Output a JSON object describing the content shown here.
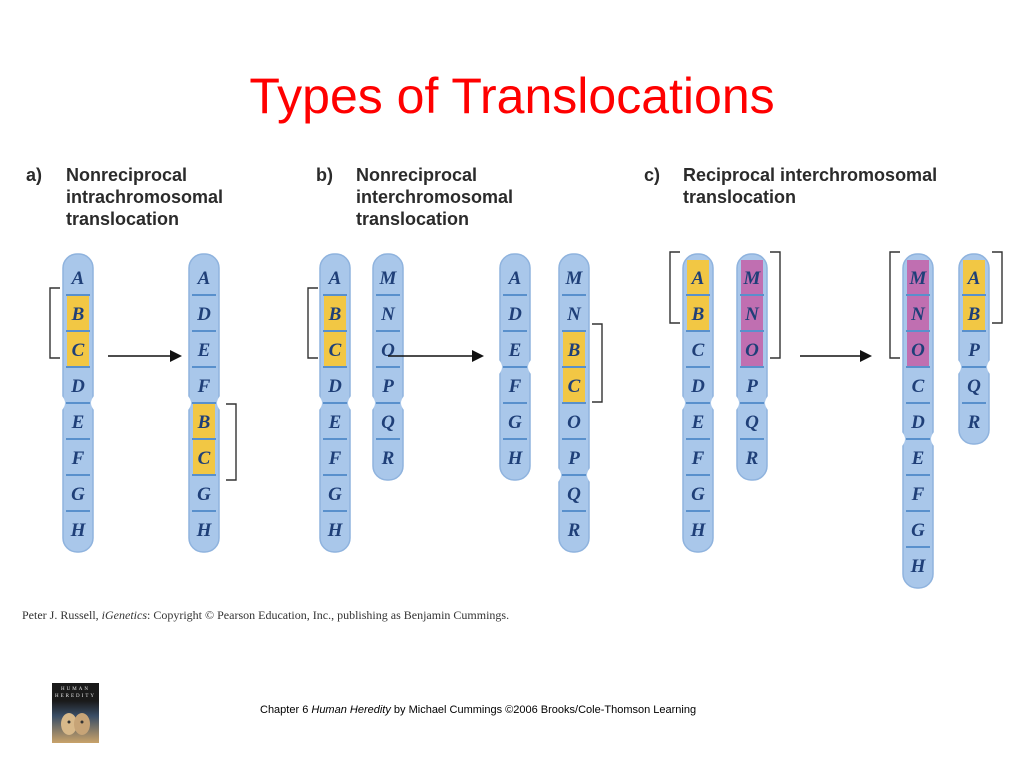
{
  "slide": {
    "title": "Types of Translocations"
  },
  "panels": [
    {
      "letter": "a)",
      "heading": "Nonreciprocal\nintrachromosomal\ntranslocation"
    },
    {
      "letter": "b)",
      "heading": "Nonreciprocal\ninterchromosomal\ntranslocation"
    },
    {
      "letter": "c)",
      "heading": "Reciprocal interchromosomal\ntranslocation"
    }
  ],
  "chromosomes": [
    {
      "id": "a-before",
      "bands": [
        "A",
        "B",
        "C",
        "D",
        "E",
        "F",
        "G",
        "H"
      ],
      "highlight": [
        1,
        2
      ],
      "centromere_after": 4
    },
    {
      "id": "a-after",
      "bands": [
        "A",
        "D",
        "E",
        "F",
        "B",
        "C",
        "G",
        "H"
      ],
      "highlight": [
        4,
        5
      ],
      "centromere_after": 4
    },
    {
      "id": "b-before-1",
      "bands": [
        "A",
        "B",
        "C",
        "D",
        "E",
        "F",
        "G",
        "H"
      ],
      "highlight": [
        1,
        2
      ],
      "centromere_after": 4
    },
    {
      "id": "b-before-2",
      "bands": [
        "M",
        "N",
        "O",
        "P",
        "Q",
        "R"
      ],
      "highlight": [],
      "centromere_after": 4
    },
    {
      "id": "b-after-1",
      "bands": [
        "A",
        "D",
        "E",
        "F",
        "G",
        "H"
      ],
      "highlight": [],
      "centromere_after": 3
    },
    {
      "id": "b-after-2",
      "bands": [
        "M",
        "N",
        "B",
        "C",
        "O",
        "P",
        "Q",
        "R"
      ],
      "highlight": [
        2,
        3
      ],
      "centromere_after": 6
    },
    {
      "id": "c-before-1",
      "bands": [
        "A",
        "B",
        "C",
        "D",
        "E",
        "F",
        "G",
        "H"
      ],
      "highlight": [
        0,
        1
      ],
      "centromere_after": 4
    },
    {
      "id": "c-before-2",
      "bands": [
        "M",
        "N",
        "O",
        "P",
        "Q",
        "R"
      ],
      "highlight": [
        0,
        1,
        2
      ],
      "highlight_color": "purple",
      "centromere_after": 4
    },
    {
      "id": "c-after-1",
      "bands": [
        "M",
        "N",
        "O",
        "C",
        "D",
        "E",
        "F",
        "G",
        "H"
      ],
      "highlight": [
        0,
        1,
        2
      ],
      "highlight_color": "purple",
      "centromere_after": 5
    },
    {
      "id": "c-after-2",
      "bands": [
        "A",
        "B",
        "P",
        "Q",
        "R"
      ],
      "highlight": [
        0,
        1
      ],
      "centromere_after": 3
    }
  ],
  "colors": {
    "chromosome": "#a9c7ea",
    "chromosome_edge": "#8fb3de",
    "band_line": "#3f7fc2",
    "highlight_yellow": "#f2c744",
    "highlight_purple": "#c06fb1",
    "letter": "#1f3f78",
    "title": "#ff0000"
  },
  "credit": {
    "author": "Peter J. Russell, ",
    "book": "iGenetics",
    "rest": ": Copyright © Pearson Education, Inc., publishing as Benjamin Cummings."
  },
  "footer": {
    "prefix": "Chapter 6  ",
    "book": "Human Heredity",
    "suffix": " by Michael Cummings ©2006 Brooks/Cole-Thomson Learning"
  },
  "book_cover": {
    "text": "HUMAN HEREDITY"
  }
}
